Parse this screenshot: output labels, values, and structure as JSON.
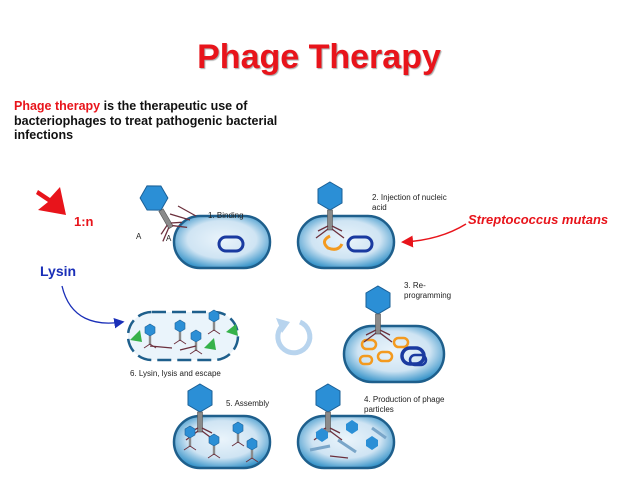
{
  "title": "Phage Therapy",
  "intro": {
    "highlight": "Phage therapy",
    "rest": " is the therapeutic use of bacteriophages to treat pathogenic bacterial infections"
  },
  "labels": {
    "ratio": "1:n",
    "lysin": "Lysin",
    "organism": "Streptococcus mutans"
  },
  "steps": {
    "s1": "1. Binding",
    "s2_line1": "2. Injection of nucleic",
    "s2_line2": "acid",
    "s3_line1": "3. Re-",
    "s3_line2": "programming",
    "s4_line1": "4. Production of phage",
    "s4_line2": "particles",
    "s5": "5. Assembly",
    "s6": "6. Lysin, lysis and escape"
  },
  "receptors": {
    "a1": "A",
    "a2": "A"
  },
  "colors": {
    "title": "#e8141b",
    "bacterium_fill": "#2d8ec6",
    "bacterium_outline": "#1e5f8c",
    "phage_head": "#2b8fd6",
    "phage_tail": "#777777",
    "dna_orange": "#f39a1f",
    "dna_blue": "#1a3aa0",
    "lysin_arrow": "#1a2fb8",
    "cycle_arrow": "#b8d4ee"
  }
}
